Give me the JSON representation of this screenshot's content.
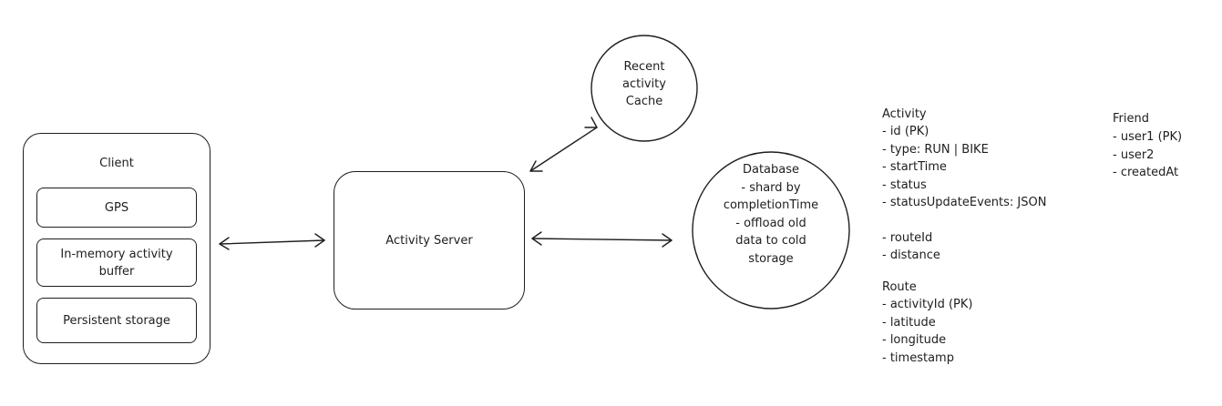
{
  "client": {
    "title": "Client",
    "items": [
      "GPS",
      "In-memory activity buffer",
      "Persistent storage"
    ]
  },
  "server": {
    "title": "Activity Server"
  },
  "cache": {
    "line1": "Recent",
    "line2": "activity",
    "line3": "Cache"
  },
  "database": {
    "line1": "Database",
    "line2": "- shard by",
    "line3": "completionTime",
    "line4": "- offload old",
    "line5": "data to cold",
    "line6": "storage"
  },
  "activity_schema": {
    "title": "Activity",
    "fields": [
      "- id (PK)",
      "- type: RUN | BIKE",
      "- startTime",
      "- status",
      "- statusUpdateEvents: JSON",
      "- routeId",
      "- distance"
    ]
  },
  "route_schema": {
    "title": "Route",
    "fields": [
      "- activityId (PK)",
      "- latitude",
      "- longitude",
      "- timestamp"
    ]
  },
  "friend_schema": {
    "title": "Friend",
    "fields": [
      "- user1 (PK)",
      "- user2",
      "- createdAt"
    ]
  }
}
